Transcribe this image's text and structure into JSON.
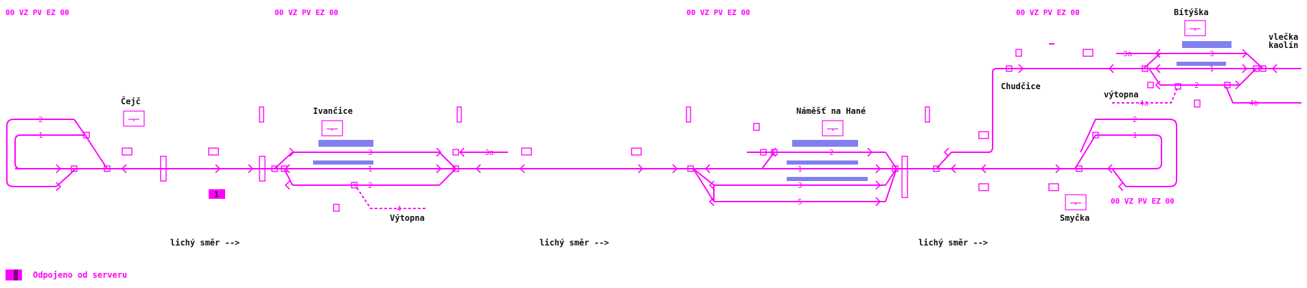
{
  "colors": {
    "track": "#ff00ff",
    "platform": "#8080ee",
    "text": "#111111",
    "status_dark": "#800080"
  },
  "status_codes": [
    "00 VZ PV EZ 00",
    "00 VZ PV EZ 00",
    "00 VZ PV EZ 00",
    "00 VZ PV EZ 00",
    "00 VZ PV EZ 00"
  ],
  "stations": {
    "cejc": "Čejč",
    "ivancice": "Ivančice",
    "namest": "Náměšť na Hané",
    "chudcice": "Chudčice",
    "bityska": "Bítýška",
    "smycka": "Smyčka",
    "vytopna_lower": "Výtopna",
    "vytopna_upper": "výtopna",
    "vlecka": "vlečka\nkaolín"
  },
  "direction_label": "lichý směr -->",
  "track_numbers": [
    "1",
    "2",
    "3",
    "3a",
    "4",
    "5",
    "4a",
    "4b"
  ],
  "block_marker": "1",
  "status": {
    "text": "Odpojeno od serveru"
  },
  "icons": [
    "station-building-icon",
    "signal-icon",
    "switch-icon",
    "level-crossing-icon"
  ]
}
